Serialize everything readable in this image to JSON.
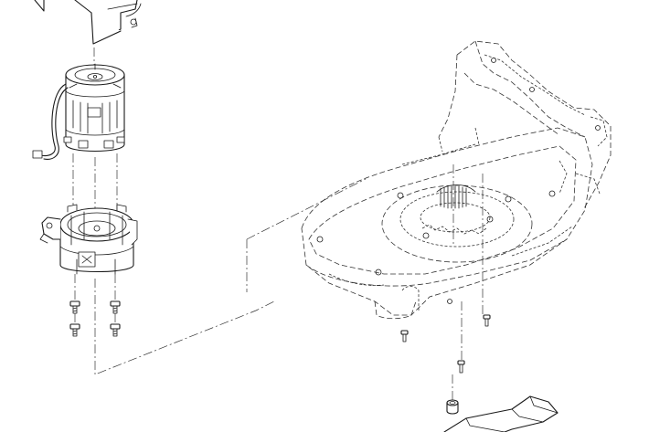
{
  "figure": {
    "type": "exploded-parts-drawing",
    "background": "#ffffff",
    "line_color": "#1a1a1a"
  },
  "parts": [
    {
      "name": "motor-cover"
    },
    {
      "name": "electric-motor"
    },
    {
      "name": "motor-mount-housing"
    },
    {
      "name": "mount-screw",
      "count": 4
    },
    {
      "name": "mower-deck"
    },
    {
      "name": "deck-screw",
      "count": 3
    },
    {
      "name": "blade-spacer"
    },
    {
      "name": "cutting-blade"
    }
  ]
}
